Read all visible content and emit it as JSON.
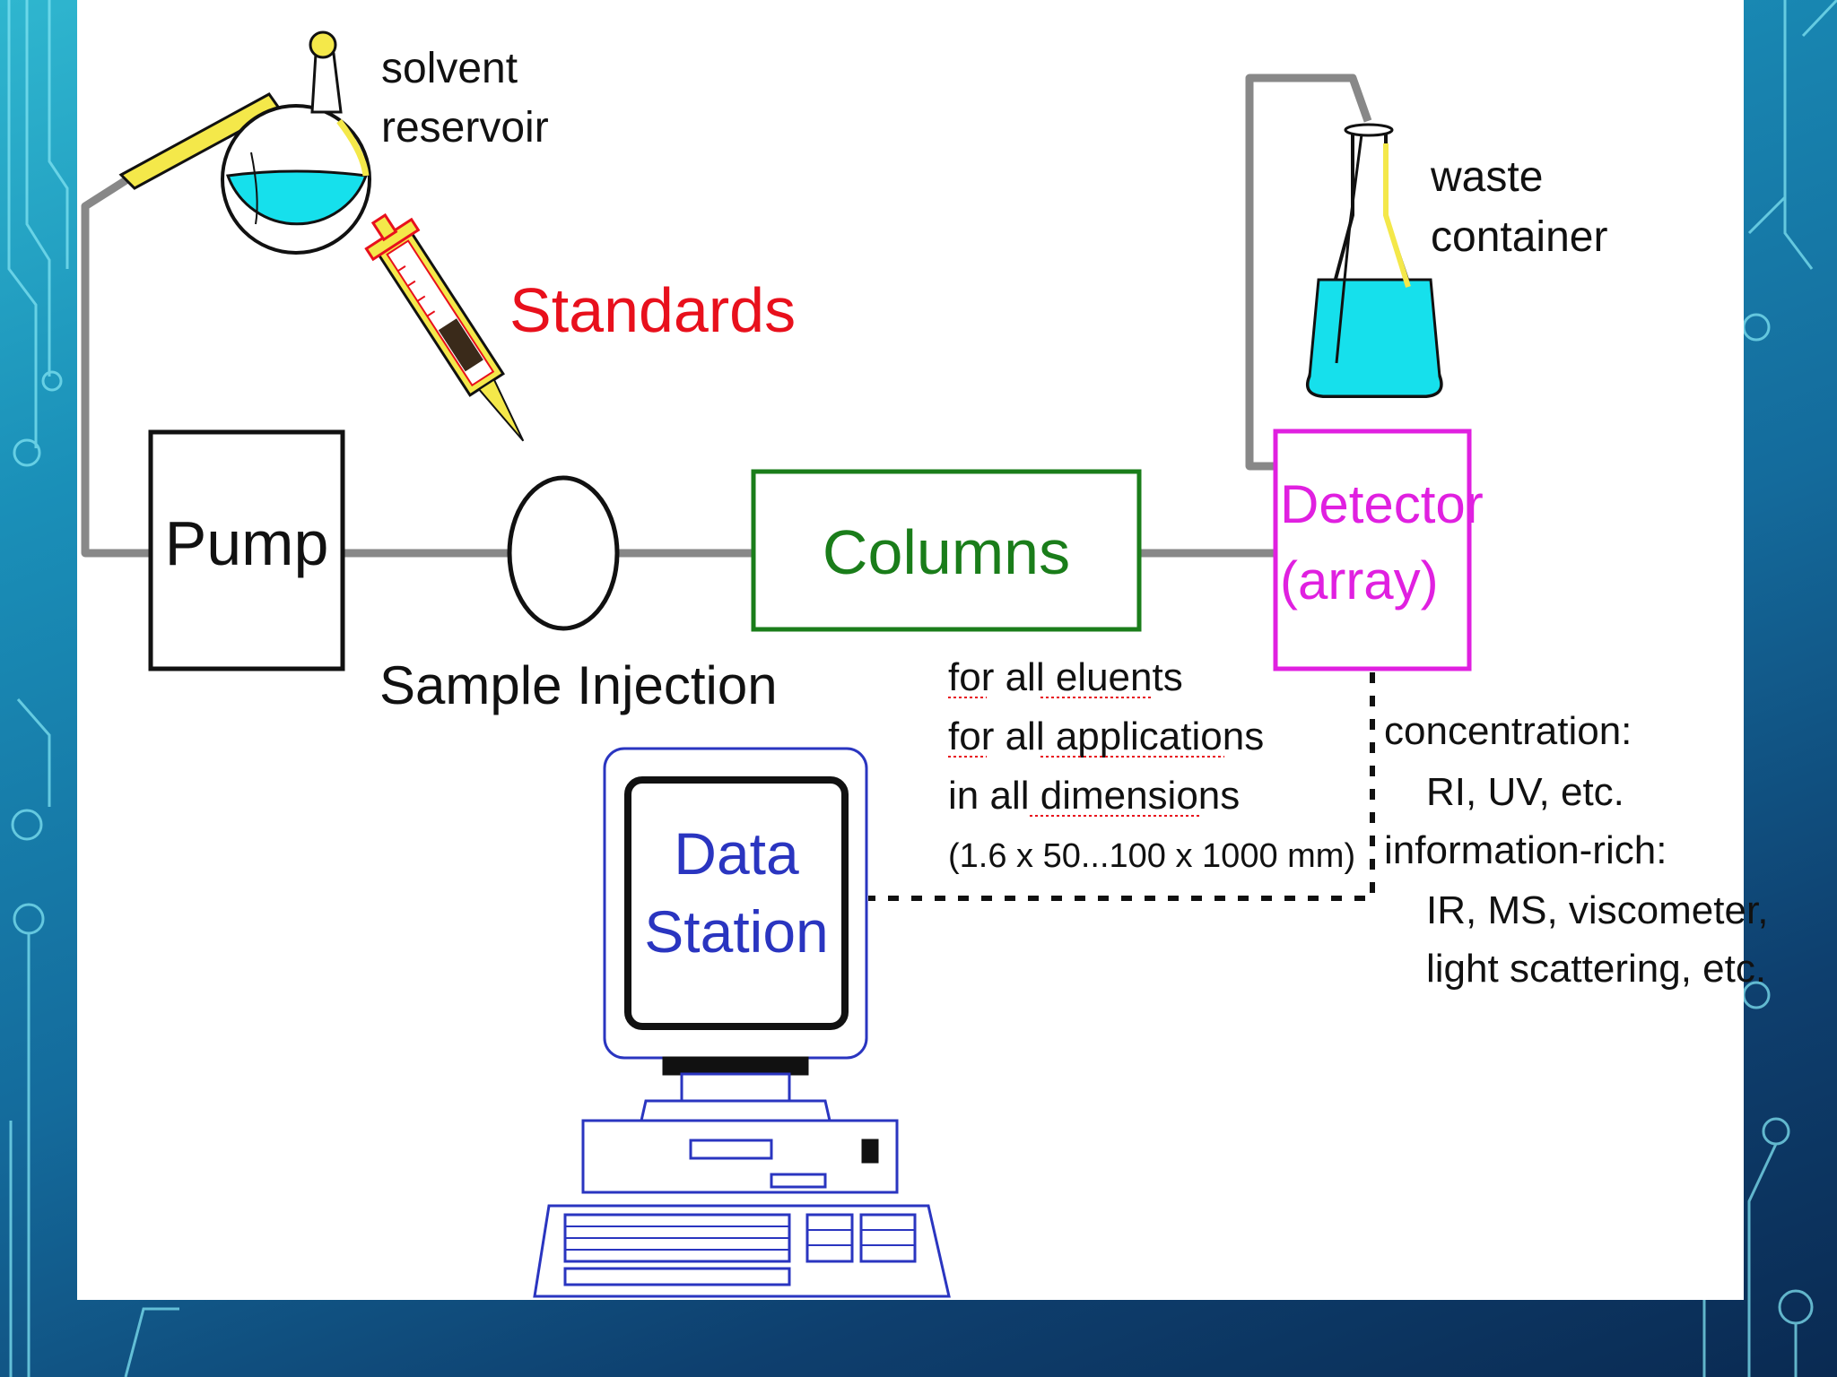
{
  "colors": {
    "accent_red": "#e8101c",
    "accent_green": "#1a7d1a",
    "accent_magenta": "#e020e0",
    "accent_blue": "#2a35c0",
    "liquid": "#16e0ec",
    "tube_gray": "#888888",
    "syringe_yellow": "#f4e84a"
  },
  "labels": {
    "solvent_line1": "solvent",
    "solvent_line2": "reservoir",
    "standards": "Standards",
    "pump": "Pump",
    "sample_injection": "Sample Injection",
    "columns": "Columns",
    "detector_line1": "Detector",
    "detector_line2": "(array)",
    "waste_line1": "waste",
    "waste_line2": "container",
    "data_line1": "Data",
    "data_line2": "Station"
  },
  "column_notes": [
    "for all eluents",
    "for all applications",
    "in all dimensions",
    "(1.6 x 50...100 x 1000 mm)"
  ],
  "detector_notes": [
    "concentration:",
    "RI, UV, etc.",
    "information-rich:",
    "IR, MS, viscometer,",
    "light scattering, etc."
  ],
  "icons": [
    "flask-icon",
    "syringe-icon",
    "erlenmeyer-flask-icon",
    "computer-icon",
    "circuit-decoration"
  ]
}
